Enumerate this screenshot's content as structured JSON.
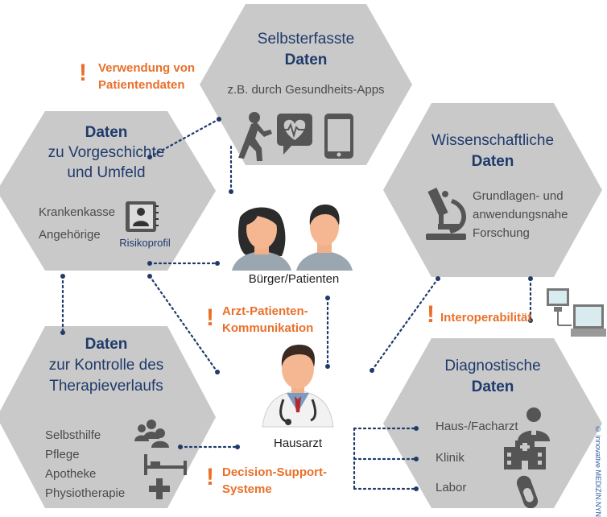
{
  "colors": {
    "hexagon": "#c9c9c9",
    "accent": "#e9702a",
    "title": "#1f3a6b",
    "connector": "#1f3a6b"
  },
  "hex_self": {
    "line1": "Selbsterfasste",
    "line2": "Daten",
    "sub": "z.B. durch Gesundheits-Apps"
  },
  "hex_history": {
    "title": "Daten",
    "line2": "zu Vorgeschichte",
    "line3": "und Umfeld",
    "items": [
      "Krankenkasse",
      "Angehörige"
    ],
    "icon_label": "Risikoprofil"
  },
  "hex_science": {
    "line1": "Wissenschaftliche",
    "line2": "Daten",
    "desc": [
      "Grundlagen- und",
      "anwendungsnahe",
      "Forschung"
    ]
  },
  "hex_therapy": {
    "title": "Daten",
    "line2": "zur Kontrolle des",
    "line3": "Therapieverlaufs",
    "items": [
      "Selbsthilfe",
      "Pflege",
      "Apotheke",
      "Physiotherapie"
    ]
  },
  "hex_diag": {
    "line1": "Diagnostische",
    "line2": "Daten",
    "items": [
      "Haus-/Facharzt",
      "Klinik",
      "Labor"
    ]
  },
  "notes": {
    "usage": [
      "Verwendung von",
      "Patientendaten"
    ],
    "communication": [
      "Arzt-Patienten-",
      "Kommunikation"
    ],
    "interop": "Interoperabilität",
    "decision": [
      "Decision-Support-",
      "Systeme"
    ]
  },
  "center": {
    "patients_label": "Bürger/Patienten",
    "doctor_label": "Hausarzt"
  },
  "copyright": "© innovative MEDIZIN.NYN"
}
